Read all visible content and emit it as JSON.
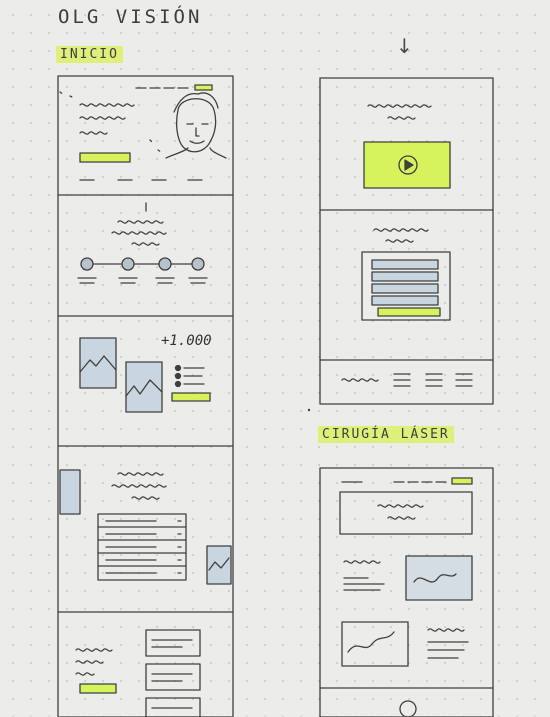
{
  "title": "OLG VISIÓN",
  "sections": {
    "inicio_label": "INICIO",
    "cirugia_label": "CIRUGÍA LÁSER"
  },
  "annotations": {
    "stat": "+1.000",
    "arrow": "↓"
  },
  "colors": {
    "highlight": "#dff07a",
    "accent_fill": "#d6f25c",
    "photo_fill": "#c9d6e0",
    "ink": "#3a3a3a"
  },
  "icons": [
    "play-icon",
    "face-sketch",
    "mountain-image-icon",
    "arrow-down-icon"
  ]
}
